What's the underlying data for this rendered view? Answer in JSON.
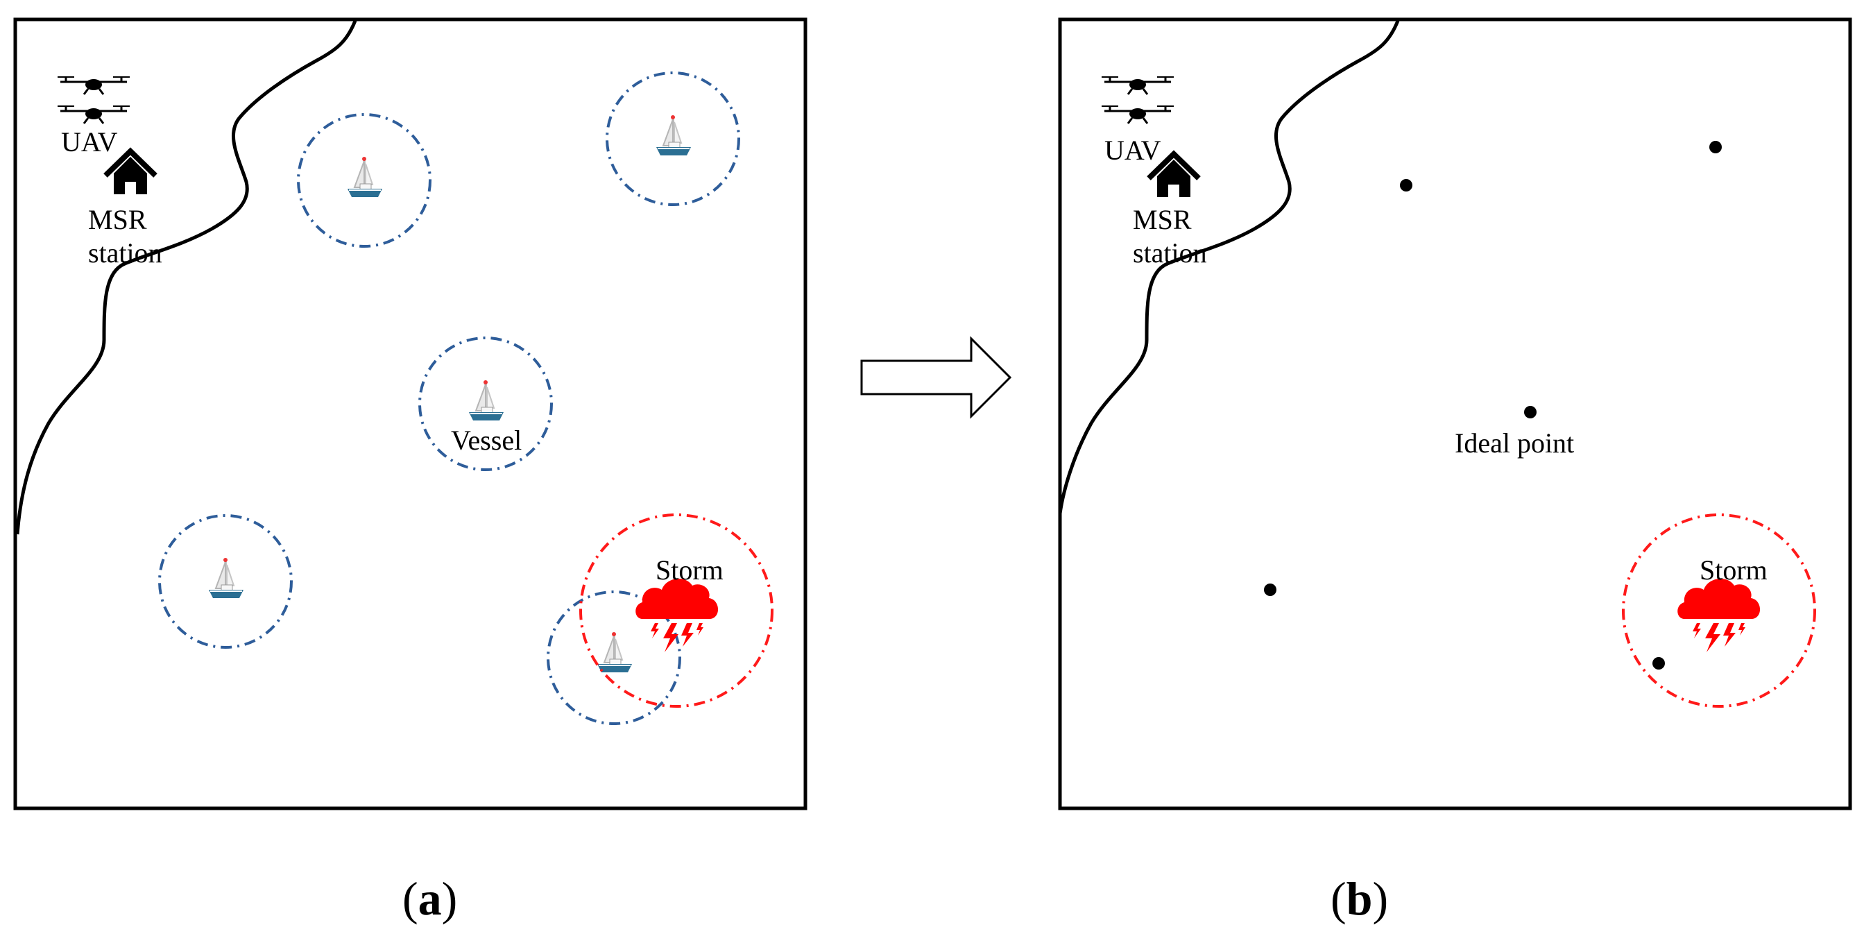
{
  "panel_a": {
    "uav_label": "UAV",
    "station_label_line1": "MSR",
    "station_label_line2": "station",
    "vessel_label": "Vessel",
    "storm_label": "Storm",
    "caption_open": "(",
    "caption_letter": "a",
    "caption_close": ")"
  },
  "panel_b": {
    "uav_label": "UAV",
    "station_label_line1": "MSR",
    "station_label_line2": "station",
    "ideal_point_label": "Ideal point",
    "storm_label": "Storm",
    "caption_open": "(",
    "caption_letter": "b",
    "caption_close": ")"
  },
  "colors": {
    "vessel_circle": "#2e5d9a",
    "storm_circle": "#ff1a1a",
    "storm_icon": "#ff0000",
    "frame": "#000000",
    "point": "#000000"
  },
  "icons": [
    "drone-icon",
    "house-icon",
    "boat-icon",
    "storm-cloud-icon",
    "right-arrow-icon"
  ]
}
